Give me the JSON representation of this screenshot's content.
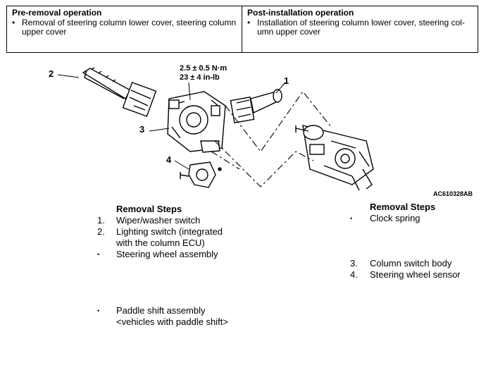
{
  "operations": {
    "pre_removal": {
      "title": "Pre-removal operation",
      "item": "Removal of steering column lower cover, steering column upper cover"
    },
    "post_installation": {
      "title": "Post-installation operation",
      "item": "Installation of steering column lower cover, steering col-umn upper cover"
    }
  },
  "diagram": {
    "callouts": [
      "1",
      "2",
      "3",
      "4"
    ],
    "torque_line1": "2.5 ± 0.5 N·m",
    "torque_line2": "23 ± 4 in-lb",
    "figure_id": "AC610328AB"
  },
  "steps_left": {
    "heading": "Removal Steps",
    "items": [
      {
        "marker": "1.",
        "text": "Wiper/washer switch"
      },
      {
        "marker": "2.",
        "text": "Lighting switch (integrated with the column ECU)"
      },
      {
        "marker": "•",
        "text": "Steering wheel assembly"
      },
      {
        "marker": "•",
        "text": "Paddle shift assembly <vehicles with paddle shift>"
      }
    ]
  },
  "steps_right": {
    "heading": "Removal Steps",
    "items": [
      {
        "marker": "•",
        "text": "Clock spring"
      },
      {
        "marker": "3.",
        "text": "Column switch body"
      },
      {
        "marker": "4.",
        "text": "Steering wheel sensor"
      }
    ]
  }
}
